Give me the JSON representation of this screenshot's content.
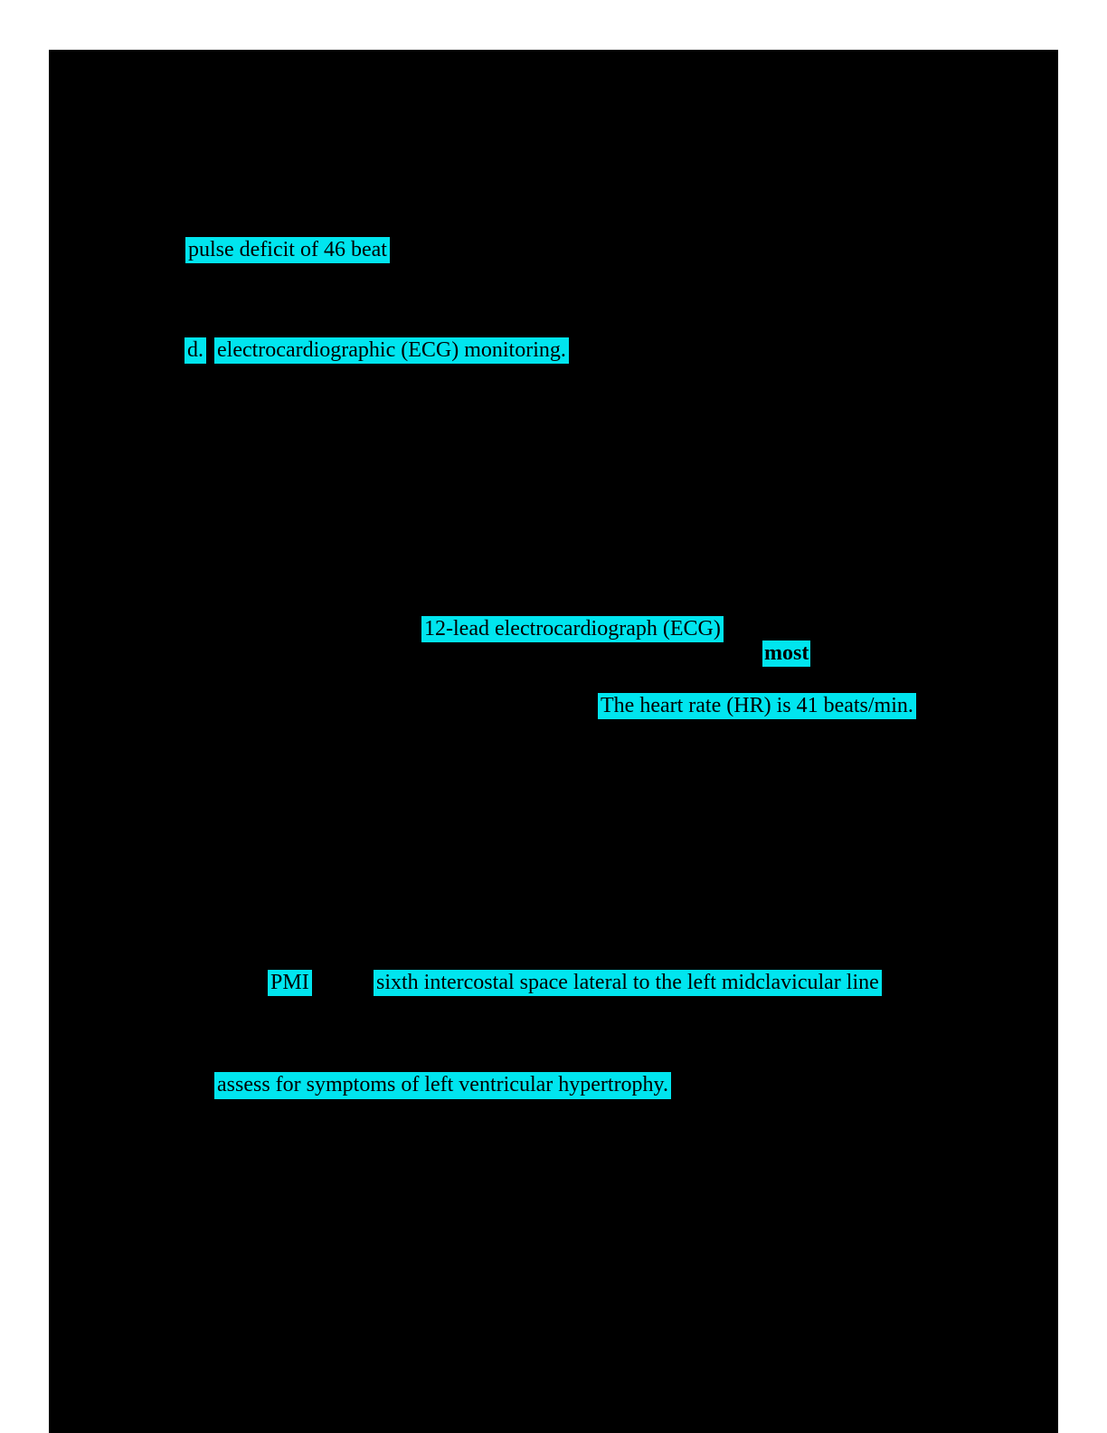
{
  "document": {
    "canvas_background": "#ffffff",
    "page_background": "#000000",
    "highlight_color": "#00e5ef",
    "highlight_text_color": "#000000",
    "highlights": [
      {
        "name": "pulse-deficit",
        "text": "pulse deficit of 46 beat",
        "bold": false
      },
      {
        "name": "option-d-marker",
        "text": "d.",
        "bold": false
      },
      {
        "name": "option-d-answer",
        "text": "electrocardiographic (ECG) monitoring.",
        "bold": false
      },
      {
        "name": "twelve-lead-ecg",
        "text": "12-lead electrocardiograph (ECG)",
        "bold": false
      },
      {
        "name": "most-emphasis",
        "text": "most",
        "bold": true
      },
      {
        "name": "heart-rate",
        "text": "The heart rate (HR) is 41 beats/min.",
        "bold": false
      },
      {
        "name": "pmi-abbreviation",
        "text": "PMI",
        "bold": false
      },
      {
        "name": "pmi-location",
        "text": "sixth intercostal space lateral to the left midclavicular line",
        "bold": false
      },
      {
        "name": "lvh-assessment",
        "text": "assess for symptoms of left ventricular hypertrophy.",
        "bold": false
      }
    ]
  }
}
